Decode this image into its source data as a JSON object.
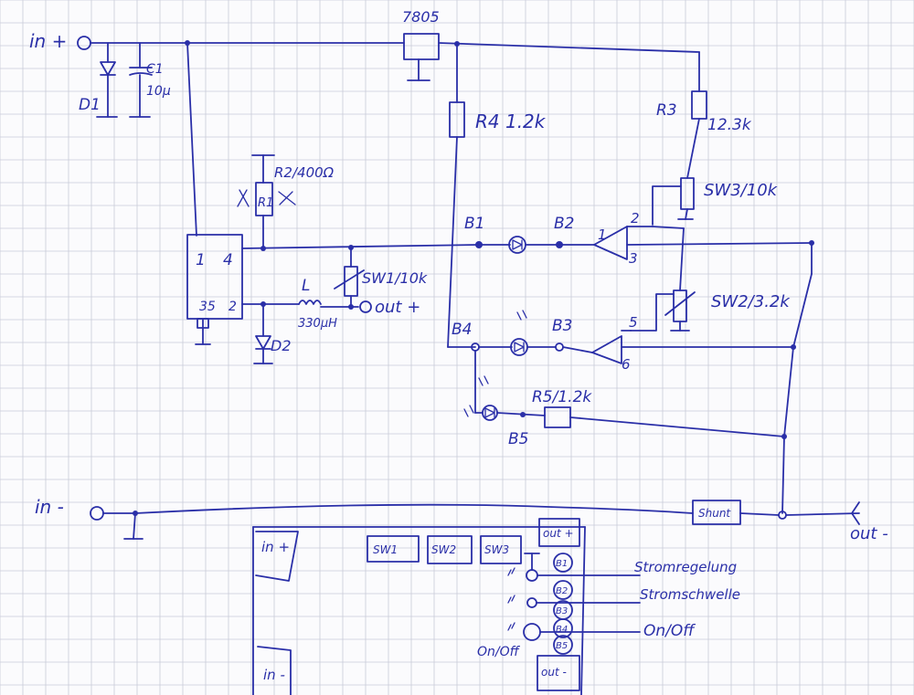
{
  "colors": {
    "ink": "#2a2fa8",
    "grid": "#c9cbd8",
    "paper": "#fbfbfd"
  },
  "labels": {
    "in_plus": "in +",
    "in_minus": "in -",
    "regulator": "7805",
    "c1_name": "C1",
    "c1_value": "10µ",
    "d1": "D1",
    "r4": "R4 1.2k",
    "r3_name": "R3",
    "r3_value": "12.3k",
    "r2": "R2/400Ω",
    "r1": "R1",
    "ic_pin1": "1",
    "ic_pin4": "4",
    "ic_pin35": "35",
    "ic_pin2": "2",
    "d2": "D2",
    "inductor_name": "L",
    "inductor_value": "330µH",
    "sw1": "SW1/10k",
    "out_plus": "out +",
    "sw3": "SW3/10k",
    "sw2": "SW2/3.2k",
    "b1": "B1",
    "b2": "B2",
    "b3": "B3",
    "b4": "B4",
    "b5": "B5",
    "r5": "R5/1.2k",
    "op1_pin1": "1",
    "op1_pin2": "2",
    "op1_pin3": "3",
    "op2_pin5": "5",
    "op2_pin6": "6",
    "shunt": "Shunt",
    "out_minus": "out -",
    "panel_in_plus": "in +",
    "panel_in_minus": "in -",
    "panel_sw1": "SW1",
    "panel_sw2": "SW2",
    "panel_sw3": "SW3",
    "panel_out_plus": "out +",
    "panel_out_minus": "out -",
    "panel_led_b1": "B1",
    "panel_led_b2": "B2",
    "panel_led_b3": "B3",
    "panel_led_b4": "B4",
    "panel_led_b5": "B5",
    "stromregelung": "Stromregelung",
    "stromschwelle": "Stromschwelle",
    "onoff": "On/Off",
    "onoff_side": "On/Off"
  }
}
